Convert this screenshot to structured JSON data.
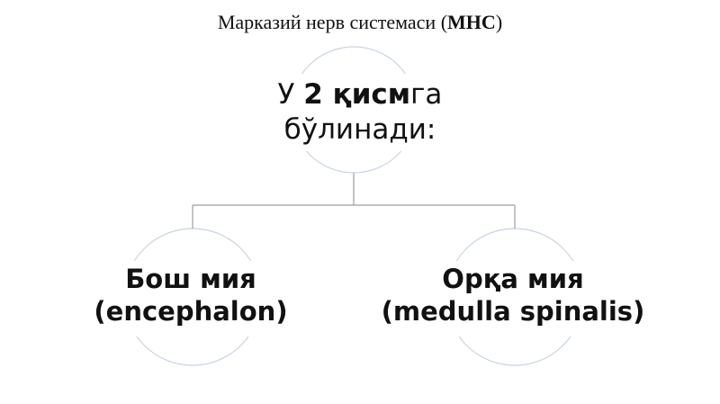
{
  "title": {
    "prefix": "Марказий нерв системаси (",
    "bold": "МНС",
    "suffix": ")"
  },
  "root": {
    "line1_prefix": "У ",
    "line1_bold": "2 қисм",
    "line1_suffix": "га",
    "line2": "бўлинади:"
  },
  "children": [
    {
      "line1": "Бош мия",
      "line2": "(encephalon)"
    },
    {
      "line1": "Орқа мия",
      "line2": "(medulla spinalis)"
    }
  ],
  "colors": {
    "circle_stroke": "#c8d4e4",
    "connector_stroke": "#9aa0a6",
    "text": "#111111"
  }
}
